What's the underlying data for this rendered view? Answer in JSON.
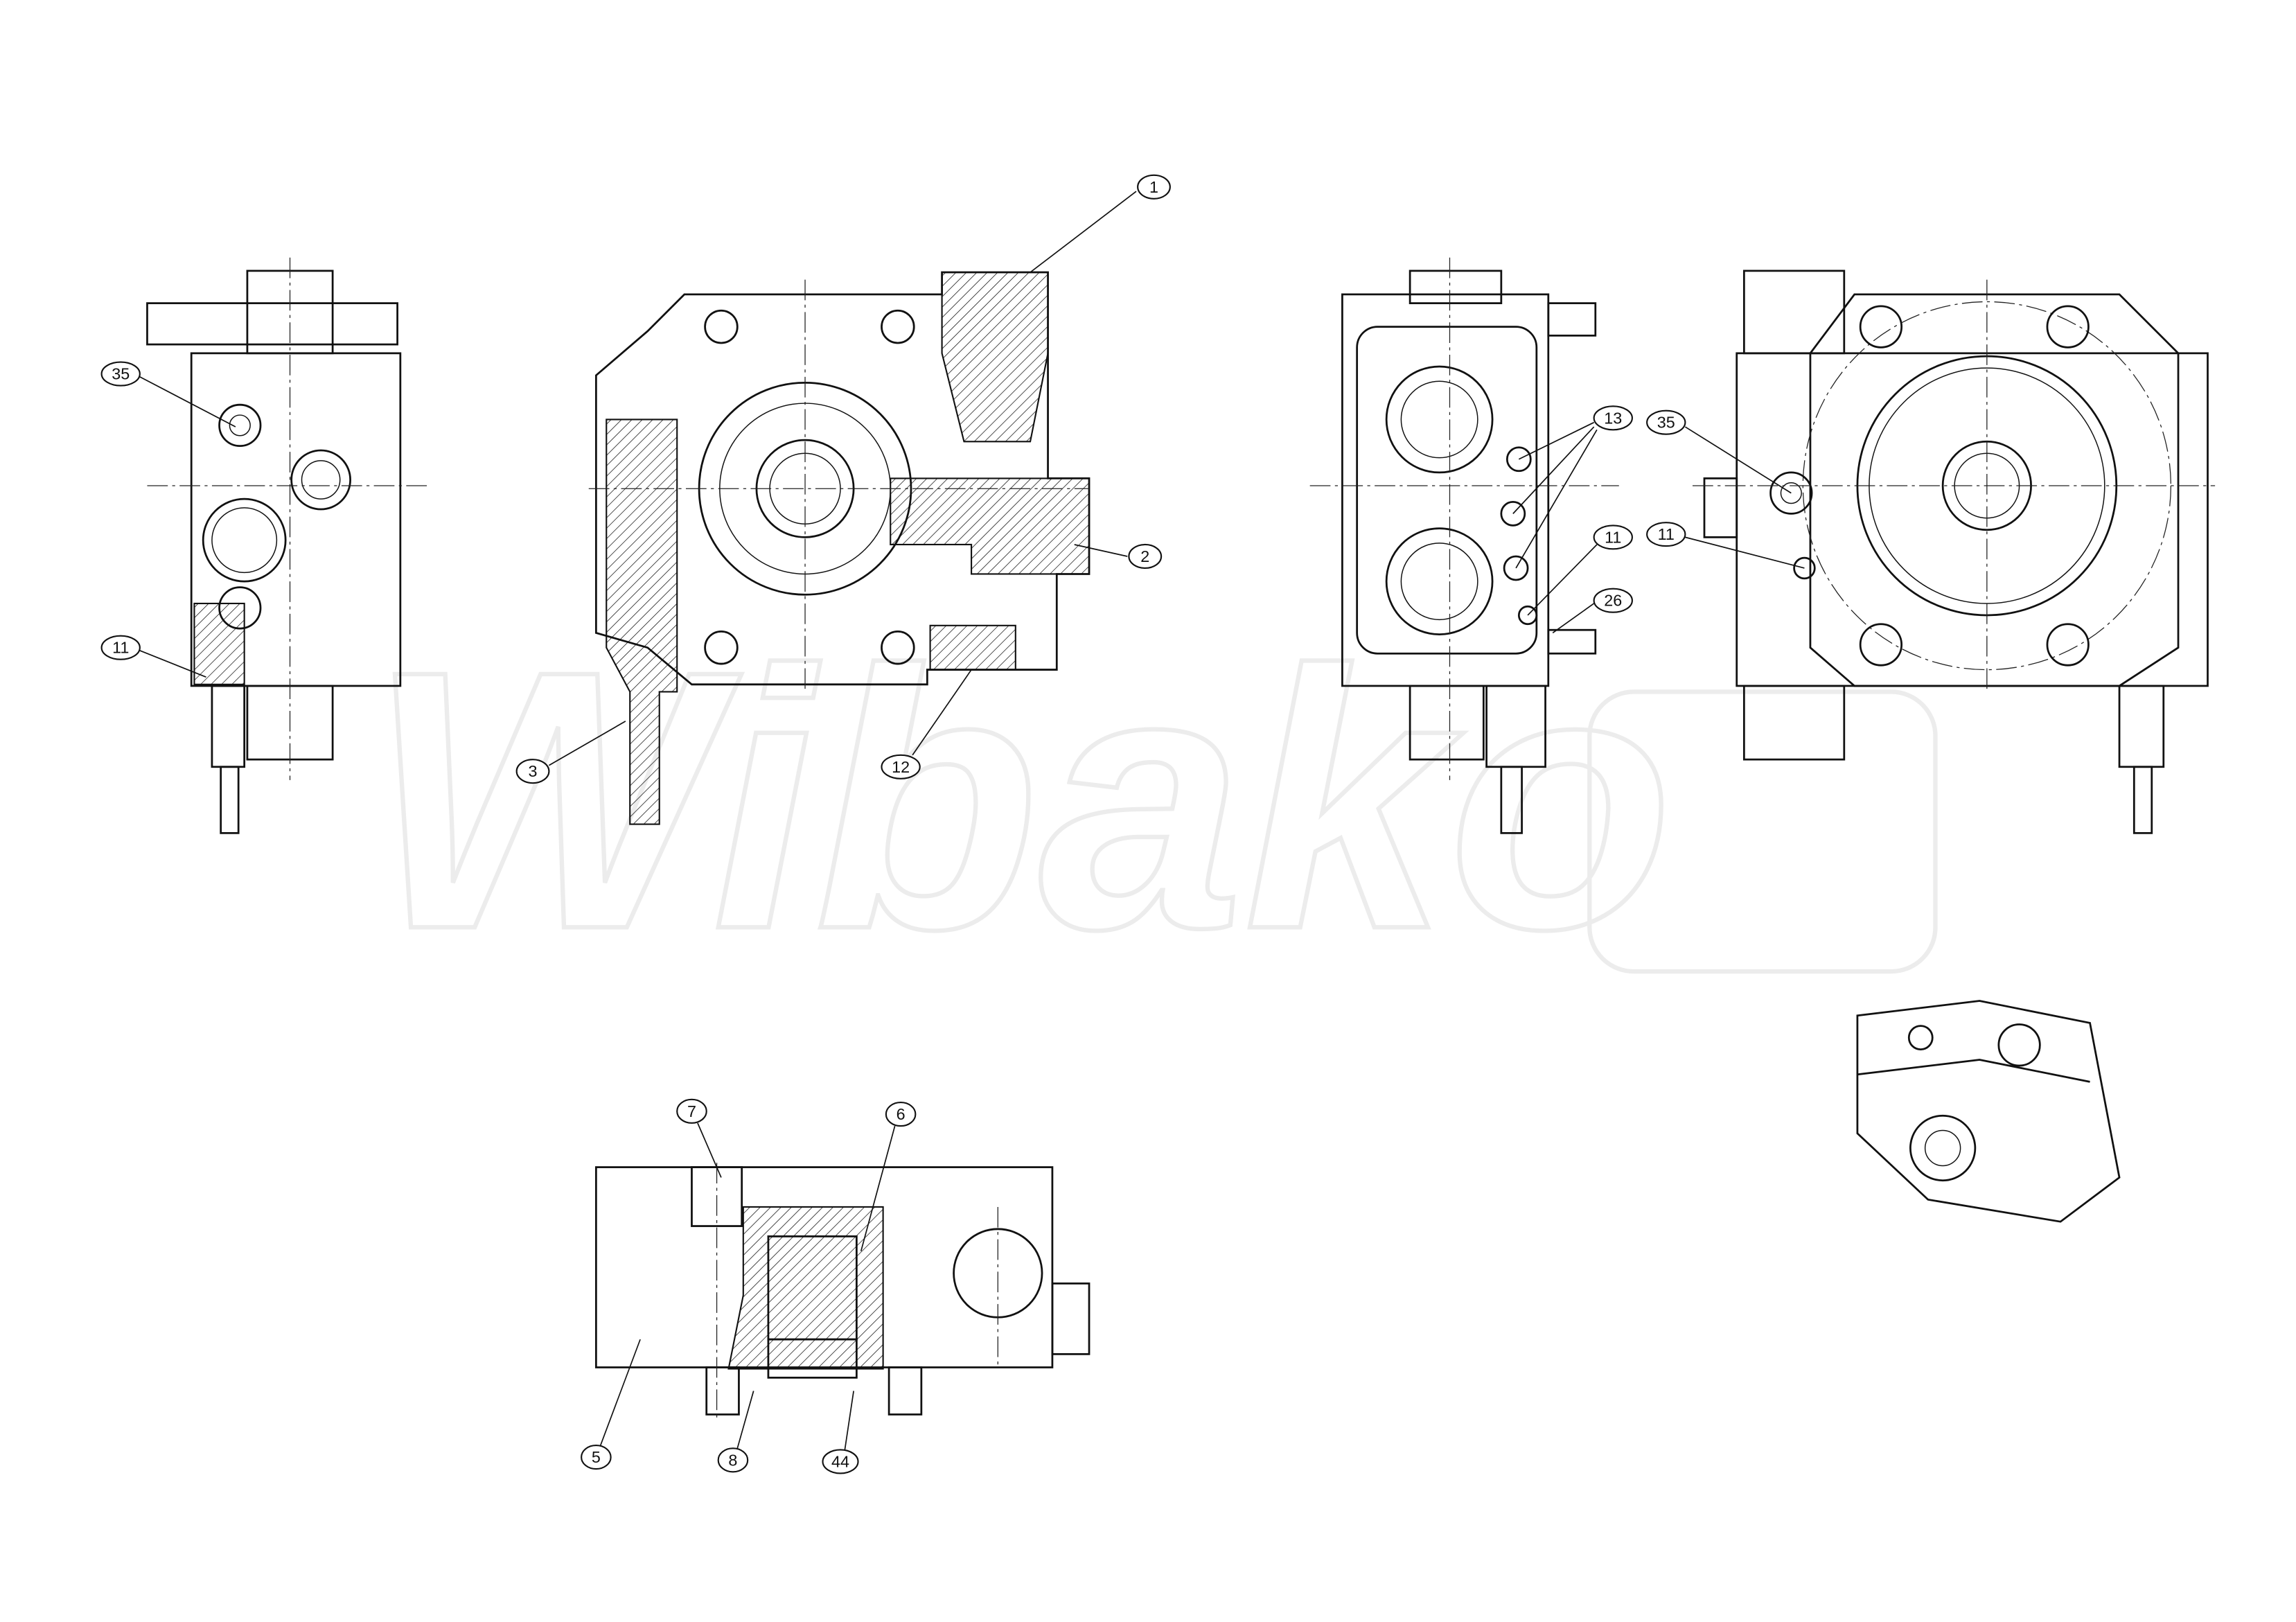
{
  "watermark": "Wibako",
  "callouts": {
    "side_left": [
      {
        "label": "35"
      },
      {
        "label": "11"
      }
    ],
    "front_section": [
      {
        "label": "1"
      },
      {
        "label": "2"
      },
      {
        "label": "3"
      },
      {
        "label": "12"
      }
    ],
    "rear_view": [
      {
        "label": "13"
      },
      {
        "label": "11"
      },
      {
        "label": "26"
      }
    ],
    "flange_view": [
      {
        "label": "35"
      },
      {
        "label": "11"
      }
    ],
    "bottom_section": [
      {
        "label": "7"
      },
      {
        "label": "6"
      },
      {
        "label": "5"
      },
      {
        "label": "8"
      },
      {
        "label": "44"
      }
    ]
  }
}
